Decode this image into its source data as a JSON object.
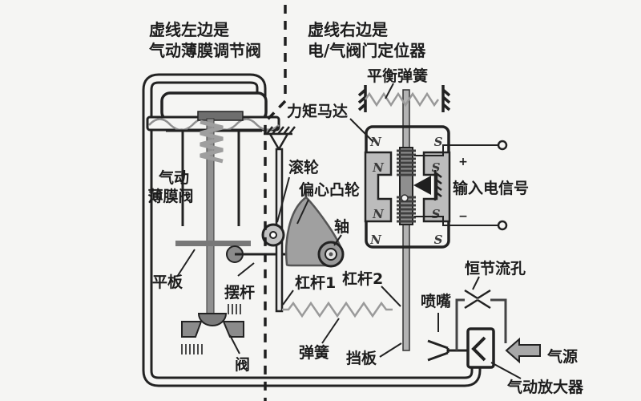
{
  "diagram": {
    "title_left_line1": "虚线左边是",
    "title_left_line2": "气动薄膜调节阀",
    "title_right_line1": "虚线右边是",
    "title_right_line2": "电/气阀门定位器"
  },
  "labels": {
    "balance_spring": "平衡弹簧",
    "torque_motor": "力矩马达",
    "roller": "滚轮",
    "eccentric_cam": "偏心凸轮",
    "shaft": "轴",
    "input_signal": "输入电信号",
    "diaphragm_valve_line1": "气动",
    "diaphragm_valve_line2": "薄膜阀",
    "plate": "平板",
    "swing_rod": "摆杆",
    "lever_1": "杠杆1",
    "lever_2": "杠杆2",
    "constant_orifice": "恒节流孔",
    "nozzle": "喷嘴",
    "spring": "弹簧",
    "baffle": "挡板",
    "valve": "阀",
    "air_source": "气源",
    "pneumatic_amplifier": "气动放大器"
  },
  "symbols": {
    "plus": "+",
    "minus": "−",
    "north": "N",
    "south": "S"
  },
  "colors": {
    "ink": "#222222",
    "background": "#f5f5f3",
    "cam_gray": "#a0a0a0",
    "magnet_gray": "#bcbcbc",
    "plate_gray": "#787878"
  }
}
